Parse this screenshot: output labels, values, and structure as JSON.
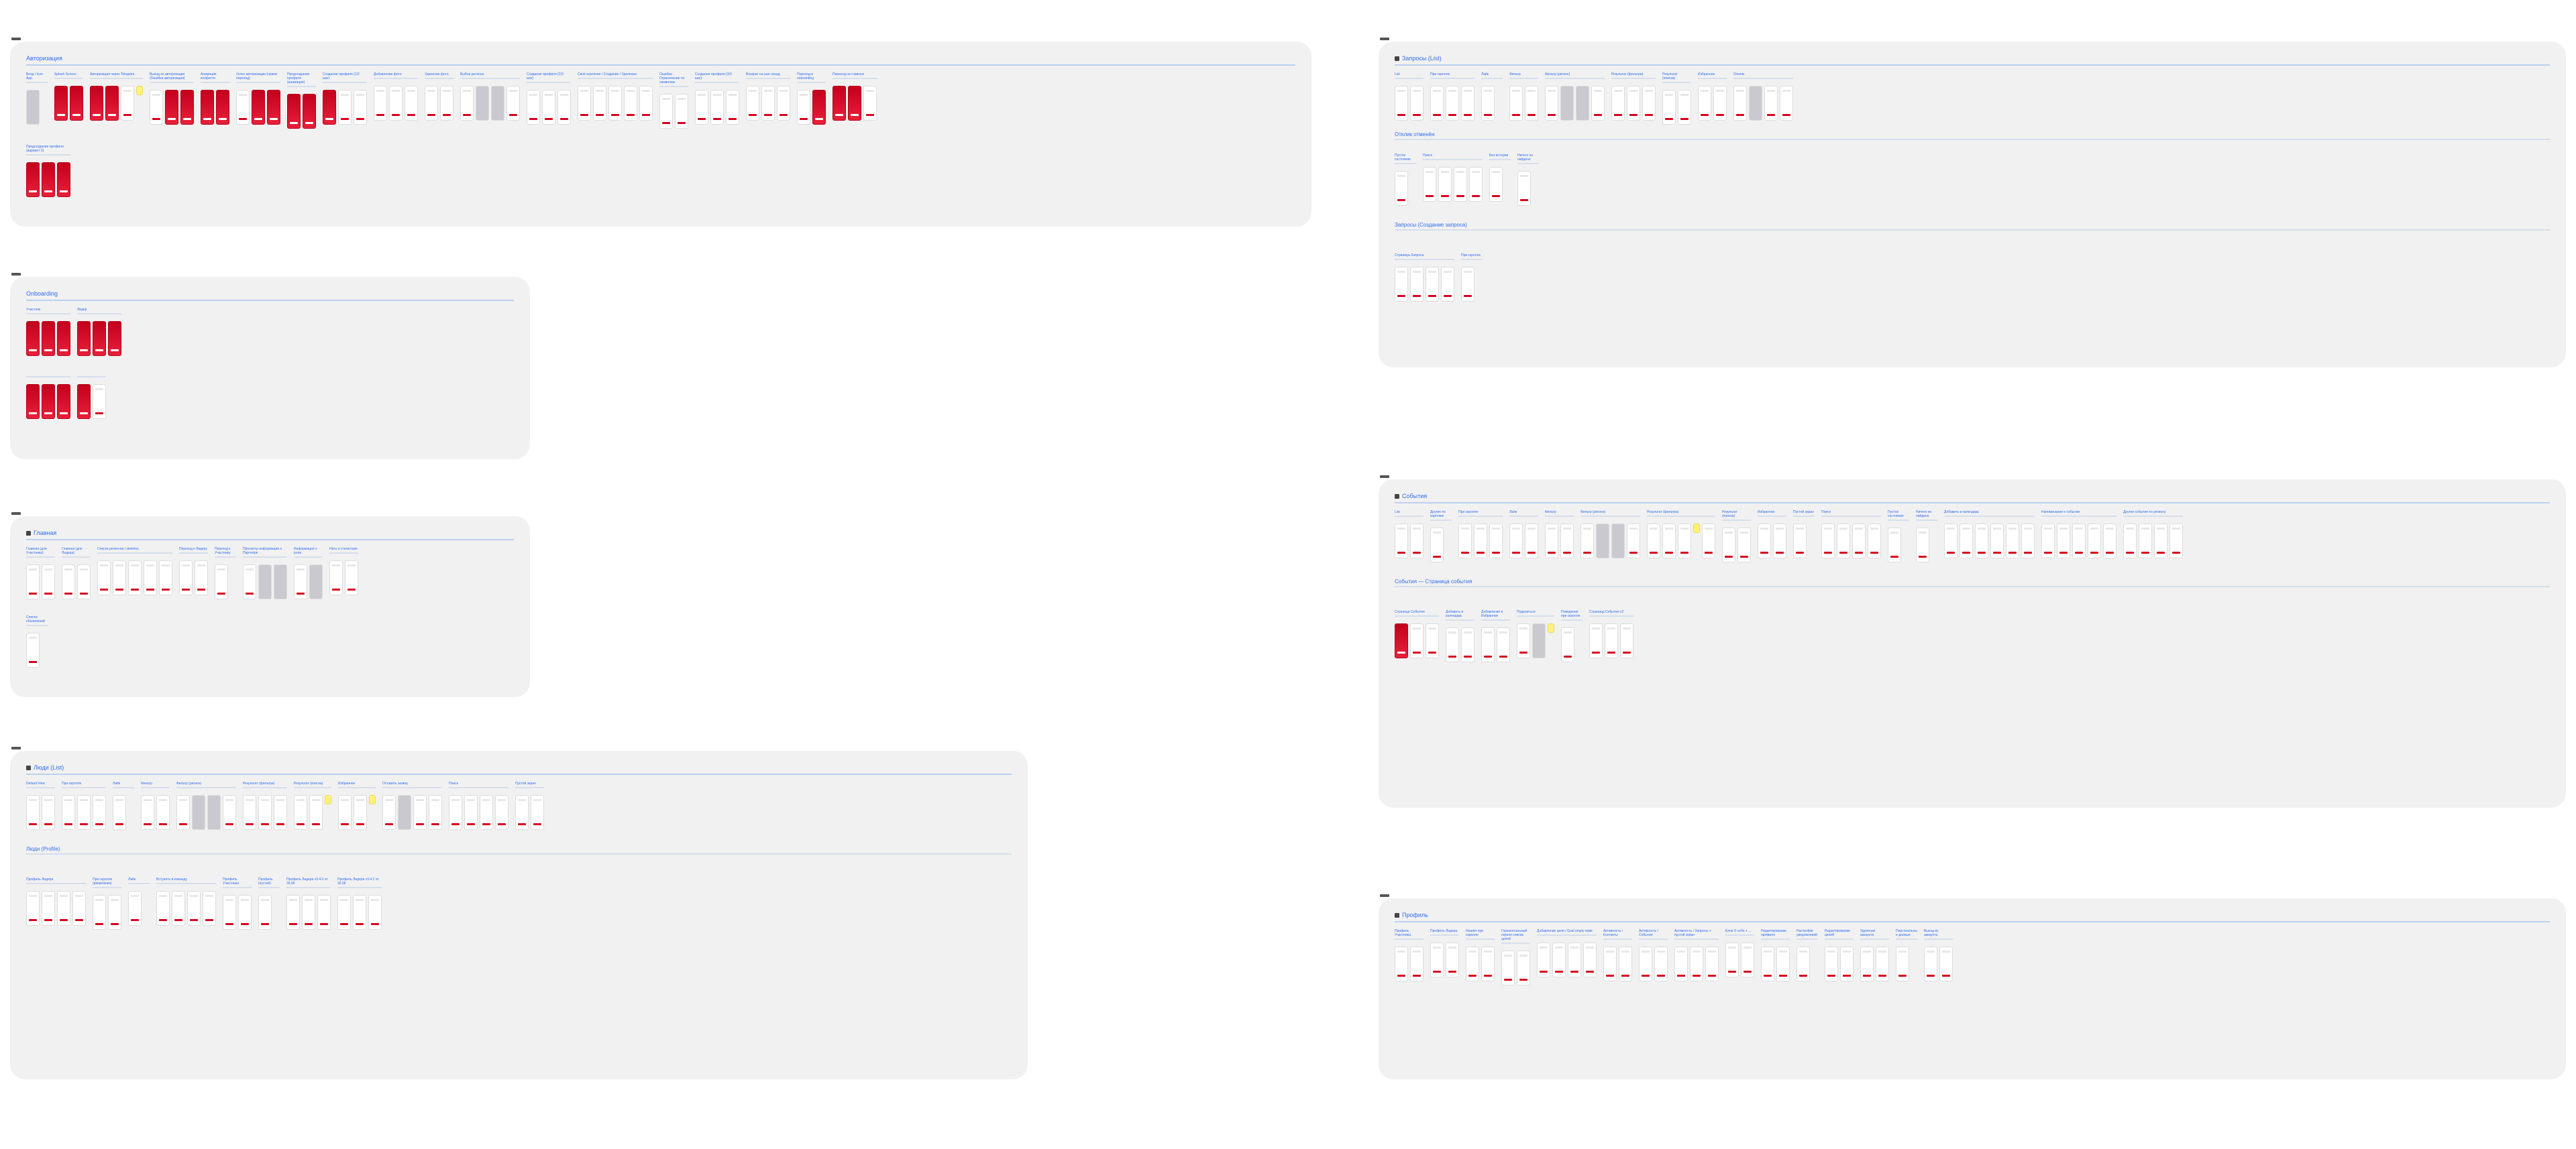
{
  "canvas": {
    "accent": "#2f6df0",
    "brand_red": "#d6001c",
    "section_bg": "#f1f1f1"
  },
  "sections": [
    {
      "id": "auth",
      "title": "Авторизация",
      "icon": "none",
      "rows": [
        [
          {
            "label": "Вход / Icon App",
            "screens": "g"
          },
          {
            "label": "Splash Screen",
            "screens": "rr"
          },
          {
            "label": "Авторизация через Telegram",
            "screens": "rrwy"
          },
          {
            "label": "Выход из авторизации (Ошибка авторизации)",
            "screens": "wrr"
          },
          {
            "label": "Анимация конфетти",
            "screens": "rr"
          },
          {
            "label": "Успех авторизации (прямо переход)",
            "screens": "wrr"
          },
          {
            "label": "Предсоздание профиля (анимация)",
            "screens": "rr"
          },
          {
            "label": "Создание профиля (1/2 шаг)",
            "screens": "rww"
          },
          {
            "label": "Добавление фото",
            "screens": "www"
          },
          {
            "label": "Удаление фото",
            "screens": "ww"
          },
          {
            "label": "Выбор региона",
            "screens": "wggw"
          },
          {
            "label": "Создание профиля (2/3 шаг)",
            "screens": "www"
          },
          {
            "label": "Своё значение / Создание / Удаление",
            "screens": "wwwww"
          },
          {
            "label": "Ошибка - Ограничение по символам",
            "screens": "ww"
          },
          {
            "label": "Создание профиля (3/3 шаг)",
            "screens": "www"
          },
          {
            "label": "Возврат на шаг назад",
            "screens": "www"
          },
          {
            "label": "Переход в onboarding",
            "screens": "wr"
          },
          {
            "label": "Переход на главную",
            "screens": "rrw"
          }
        ],
        [
          {
            "label": "Предсоздание профиля (вариант 2)",
            "screens": "rrr"
          }
        ]
      ]
    },
    {
      "id": "onb",
      "title": "Onboarding",
      "icon": "none",
      "rows": [
        [
          {
            "label": "Участник",
            "screens": "rrr"
          },
          {
            "label": "Лидер",
            "screens": "rrr"
          }
        ],
        [
          {
            "label": "",
            "screens": "rrr"
          },
          {
            "label": "",
            "screens": "rw"
          }
        ]
      ]
    },
    {
      "id": "home",
      "title": "Главная",
      "icon": "home",
      "rows": [
        [
          {
            "label": "Главная (для Участника)",
            "screens": "ww"
          },
          {
            "label": "Главная (для Лидера)",
            "screens": "ww"
          },
          {
            "label": "Список регионов / skeleton",
            "screens": "wwwww"
          },
          {
            "label": "Переход к Лидеру",
            "screens": "ww"
          },
          {
            "label": "Переход к Участнику",
            "screens": "w"
          },
          {
            "label": "Просмотр информации о Партнёре",
            "screens": "wgg"
          },
          {
            "label": "Информация о роли",
            "screens": "wg"
          },
          {
            "label": "Нить о статистике",
            "screens": "ww"
          }
        ],
        [
          {
            "label": "Список обновлений",
            "screens": "w"
          }
        ]
      ]
    },
    {
      "id": "people",
      "title": "Люди (List)",
      "icon": "people",
      "rows": [
        [
          {
            "label": "Default View",
            "screens": "ww"
          },
          {
            "label": "При скролле",
            "screens": "www"
          },
          {
            "label": "Лайк",
            "screens": "w"
          },
          {
            "label": "Фильтр",
            "screens": "ww"
          },
          {
            "label": "Фильтр (регион)",
            "screens": "wggw"
          },
          {
            "label": "Результат (фильтра)",
            "screens": "www"
          },
          {
            "label": "Результат (поиска)",
            "screens": "wwy"
          },
          {
            "label": "Избранное",
            "screens": "wwy"
          },
          {
            "label": "Оставить заявку",
            "screens": "wgww"
          },
          {
            "label": "Поиск",
            "screens": "wwww"
          },
          {
            "label": "Пустой экран",
            "screens": "ww"
          }
        ],
        [
          {
            "label": "Люди (Profile)",
            "screens": ""
          }
        ],
        [
          {
            "label": "Профиль Лидера",
            "screens": "wwww"
          },
          {
            "label": "При скролле (вверх/вниз)",
            "screens": "ww"
          },
          {
            "label": "Лайк",
            "screens": "w"
          },
          {
            "label": "Вступить в команду",
            "screens": "wwww"
          },
          {
            "label": "Профиль Участника",
            "screens": "ww"
          },
          {
            "label": "Профиль (пустой)",
            "screens": "w"
          },
          {
            "label": "Профиль Лидера v3.4.0 от 30.06",
            "screens": "www"
          },
          {
            "label": "Профиль Лидера v3.4.1 от 30.06",
            "screens": "www"
          }
        ]
      ]
    },
    {
      "id": "req",
      "title": "Запросы (List)",
      "icon": "request",
      "rows": [
        [
          {
            "label": "List",
            "screens": "ww"
          },
          {
            "label": "При скролле",
            "screens": "www"
          },
          {
            "label": "Лайк",
            "screens": "w"
          },
          {
            "label": "Фильтр",
            "screens": "ww"
          },
          {
            "label": "Фильтр (регион)",
            "screens": "wggw"
          },
          {
            "label": "Результат (фильтра)",
            "screens": "www"
          },
          {
            "label": "Результат (поиска)",
            "screens": "ww"
          },
          {
            "label": "Избранное",
            "screens": "ww"
          },
          {
            "label": "Отклик",
            "screens": "wgww"
          },
          {
            "label": "Отклик отменён",
            "screens": ""
          },
          {
            "label": "Пустое состояние",
            "screens": "w"
          },
          {
            "label": "Поиск",
            "screens": "wwww"
          },
          {
            "label": "Без истории",
            "screens": "w"
          },
          {
            "label": "Ничего не найдено",
            "screens": "w"
          }
        ],
        [
          {
            "label": "Запросы (Создание запроса)",
            "screens": ""
          }
        ],
        [
          {
            "label": "Страница Запроса",
            "screens": "wwww"
          },
          {
            "label": "При скролле",
            "screens": "w"
          }
        ]
      ]
    },
    {
      "id": "events",
      "title": "События",
      "icon": "calendar",
      "rows": [
        [
          {
            "label": "List",
            "screens": "ww"
          },
          {
            "label": "Другие по карточке",
            "screens": "w"
          },
          {
            "label": "При скролле",
            "screens": "www"
          },
          {
            "label": "Лайк",
            "screens": "ww"
          },
          {
            "label": "Фильтр",
            "screens": "ww"
          },
          {
            "label": "Фильтр (регион)",
            "screens": "wggw"
          },
          {
            "label": "Результат (фильтра)",
            "screens": "wwwyw"
          },
          {
            "label": "Результат (поиска)",
            "screens": "ww"
          },
          {
            "label": "Избранное",
            "screens": "ww"
          },
          {
            "label": "Пустой экран",
            "screens": "w"
          },
          {
            "label": "Поиск",
            "screens": "wwww"
          },
          {
            "label": "Пустое состояние",
            "screens": "w"
          },
          {
            "label": "Ничего не найдено",
            "screens": "w"
          },
          {
            "label": "Добавить в календарь",
            "screens": "wwwwww"
          },
          {
            "label": "Напоминание о событии",
            "screens": "wwwww"
          },
          {
            "label": "Другие события по региону",
            "screens": "wwww"
          }
        ],
        [
          {
            "label": "События — Страница события",
            "screens": ""
          }
        ],
        [
          {
            "label": "Страница События",
            "screens": "rww"
          },
          {
            "label": "Добавить в календарь",
            "screens": "ww"
          },
          {
            "label": "Добавление в Избранное",
            "screens": "ww"
          },
          {
            "label": "Поделиться",
            "screens": "wgy"
          },
          {
            "label": "Поведение при скролле",
            "screens": "w"
          },
          {
            "label": "Страница События v2",
            "screens": "www"
          }
        ]
      ]
    },
    {
      "id": "profile",
      "title": "Профиль",
      "icon": "profile",
      "rows": [
        [
          {
            "label": "Профиль Участника",
            "screens": "ww"
          },
          {
            "label": "Профиль Лидера",
            "screens": "ww"
          },
          {
            "label": "Header при скролле",
            "screens": "ww"
          },
          {
            "label": "Горизонтальный скролл списка целей",
            "screens": "ww"
          },
          {
            "label": "Добавление цели / Goal empty state",
            "screens": "wwww"
          },
          {
            "label": "Активность / Контакты",
            "screens": "ww"
          },
          {
            "label": "Активность / События",
            "screens": "ww"
          },
          {
            "label": "Активность / Запросы + пустой экран",
            "screens": "www"
          },
          {
            "label": "Блок О себе + ...",
            "screens": "ww"
          },
          {
            "label": "Редактирование профиля",
            "screens": "ww"
          },
          {
            "label": "Настройки уведомлений",
            "screens": "w"
          },
          {
            "label": "Редактирование целей",
            "screens": "ww"
          },
          {
            "label": "Удаление аккаунта",
            "screens": "ww"
          },
          {
            "label": "Персональные данные",
            "screens": "w"
          },
          {
            "label": "Выход из аккаунта",
            "screens": "ww"
          }
        ]
      ]
    }
  ]
}
